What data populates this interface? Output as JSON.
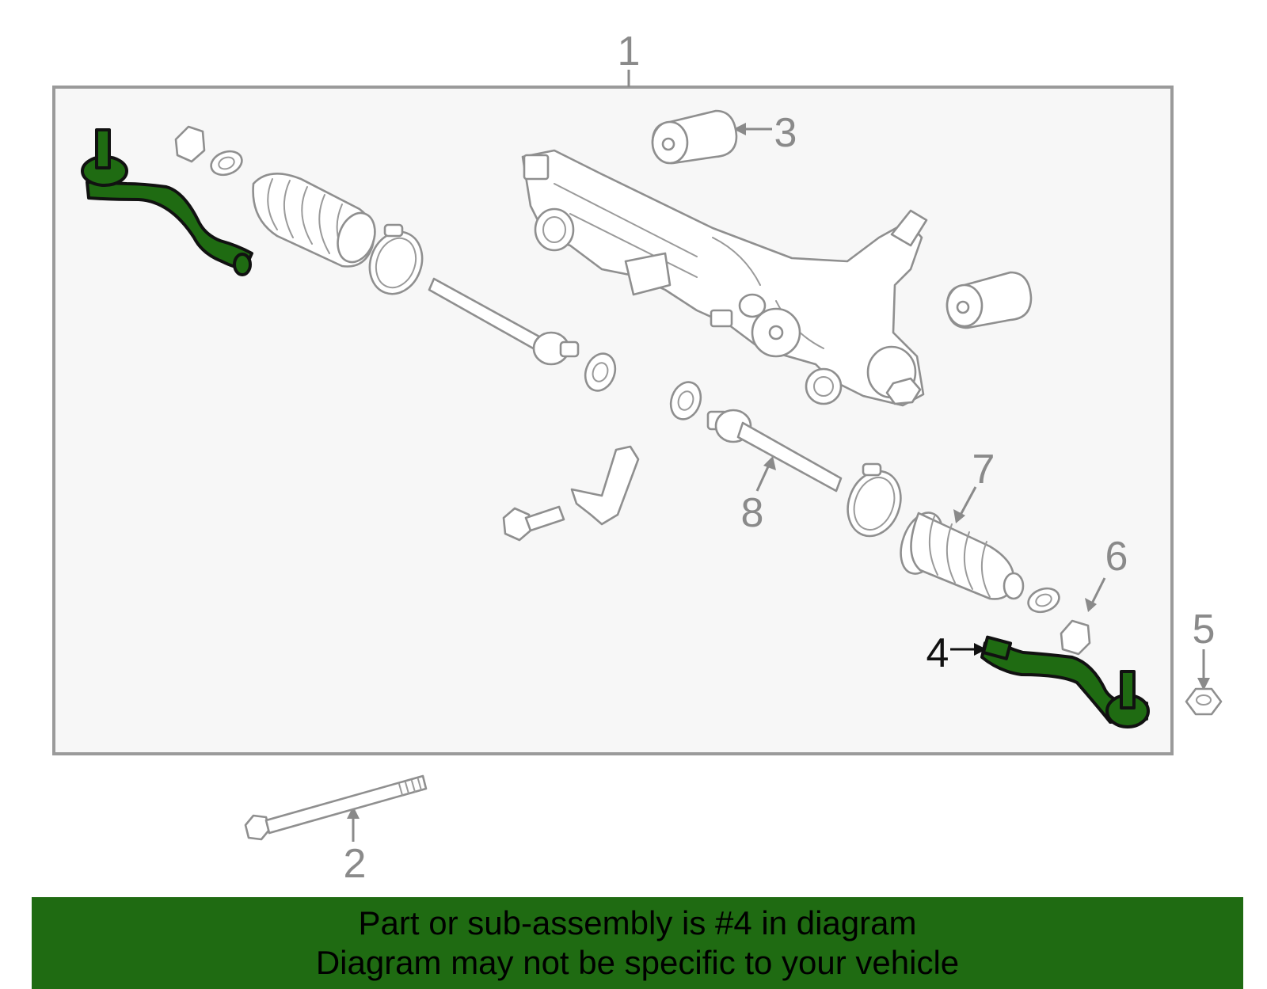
{
  "diagram": {
    "callouts": [
      "1",
      "2",
      "3",
      "4",
      "5",
      "6",
      "7",
      "8"
    ],
    "highlighted_callout": "4",
    "colors": {
      "highlight_fill": "#1f6b12",
      "highlight_stroke": "#111111",
      "part_stroke": "#8f8f8f",
      "callout_text": "#8a8a8a",
      "assembly_box_fill": "#f7f7f7",
      "banner": "#1f6b12"
    }
  },
  "banner": {
    "line1": "Part or sub-assembly is #4 in diagram",
    "line2": "Diagram may not be specific to your vehicle"
  }
}
